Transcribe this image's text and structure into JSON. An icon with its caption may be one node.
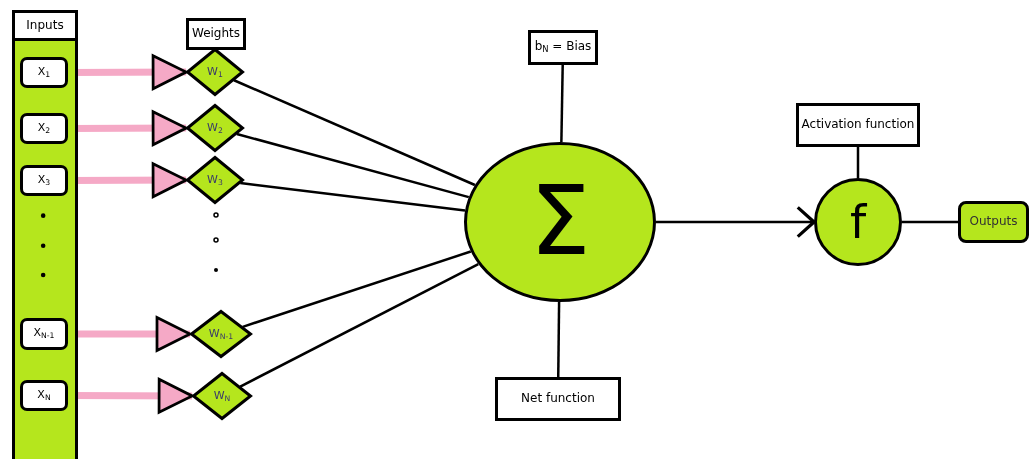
{
  "diagram": {
    "nodes": [
      {
        "text": [
          "Inputs"
        ]
      },
      {
        "text": [],
        "shape": "bar"
      },
      {
        "text": [
          "X$_{1}$"
        ],
        "in": 1
      },
      {
        "text": [
          "X$_{2}$"
        ],
        "in": 1
      },
      {
        "text": [
          "X$_{3}$"
        ],
        "in": 1
      },
      {
        "text": [
          "X$_{N-1}$"
        ],
        "in": 1
      },
      {
        "text": [
          "X$_{N}$"
        ],
        "in": 1
      },
      {
        "text": [
          "Weights"
        ]
      },
      {
        "text": [
          "W$_{1}$"
        ]
      },
      {
        "text": [
          "W$_{2}$"
        ]
      },
      {
        "text": [
          "W$_{3}$"
        ]
      },
      {
        "text": [
          "W$_{N-1}$"
        ]
      },
      {
        "text": [
          "W$_{N}$"
        ]
      },
      {
        "text": [
          "b$_{N}$ = Bias"
        ]
      },
      {
        "text": [
          "Σ"
        ]
      },
      {
        "text": [
          "Net function"
        ]
      },
      {
        "text": [
          "Activation function"
        ]
      },
      {
        "text": [
          "f"
        ]
      },
      {
        "text": [
          "Outputs"
        ]
      }
    ],
    "edges": [
      {
        "from": 2,
        "to": 8,
        "arrow": "to",
        "style": "thick",
        "color": "#f5a9c6"
      },
      {
        "from": 3,
        "to": 9,
        "arrow": "to",
        "style": "thick",
        "color": "#f5a9c6"
      },
      {
        "from": 4,
        "to": 10,
        "arrow": "to",
        "style": "thick",
        "color": "#f5a9c6"
      },
      {
        "from": 5,
        "to": 11,
        "arrow": "to",
        "style": "thick",
        "color": "#f5a9c6"
      },
      {
        "from": 6,
        "to": 12,
        "arrow": "to",
        "style": "thick",
        "color": "#f5a9c6"
      },
      {
        "from": 8,
        "to": 14,
        "arrow": "none"
      },
      {
        "from": 9,
        "to": 14,
        "arrow": "none"
      },
      {
        "from": 10,
        "to": 14,
        "arrow": "none"
      },
      {
        "from": 11,
        "to": 14,
        "arrow": "none"
      },
      {
        "from": 12,
        "to": 14,
        "arrow": "none"
      },
      {
        "from": 13,
        "to": 14,
        "arrow": "none"
      },
      {
        "from": 14,
        "to": 15,
        "arrow": "none"
      },
      {
        "from": 14,
        "to": 17,
        "arrow": "to"
      },
      {
        "from": 16,
        "to": 17,
        "arrow": "none"
      },
      {
        "from": 17,
        "to": 18,
        "arrow": "none"
      }
    ]
  }
}
